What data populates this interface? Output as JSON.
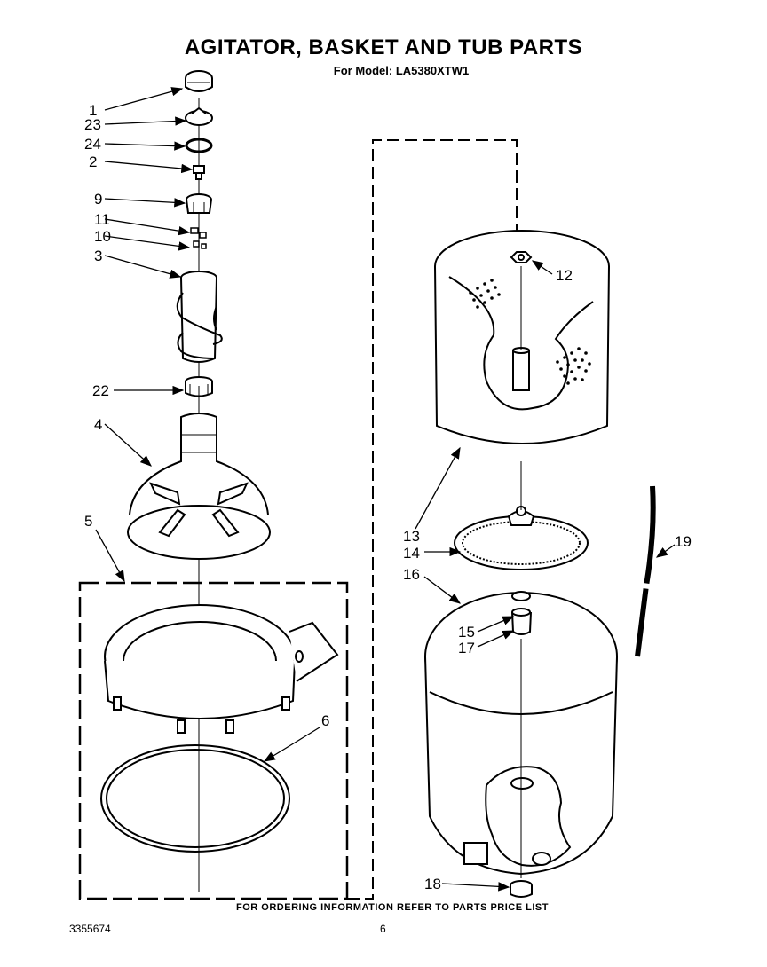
{
  "title": "AGITATOR, BASKET AND TUB PARTS",
  "subtitle": "For Model: LA5380XTW1",
  "footer_note": "FOR ORDERING INFORMATION REFER TO PARTS PRICE LIST",
  "document_number": "3355674",
  "page_number": "6",
  "callouts": {
    "c1": "1",
    "c23": "23",
    "c24": "24",
    "c2": "2",
    "c9": "9",
    "c11": "11",
    "c10": "10",
    "c3": "3",
    "c22": "22",
    "c4": "4",
    "c5": "5",
    "c6": "6",
    "c12": "12",
    "c13": "13",
    "c14": "14",
    "c16": "16",
    "c15": "15",
    "c17": "17",
    "c19": "19",
    "c18": "18"
  }
}
